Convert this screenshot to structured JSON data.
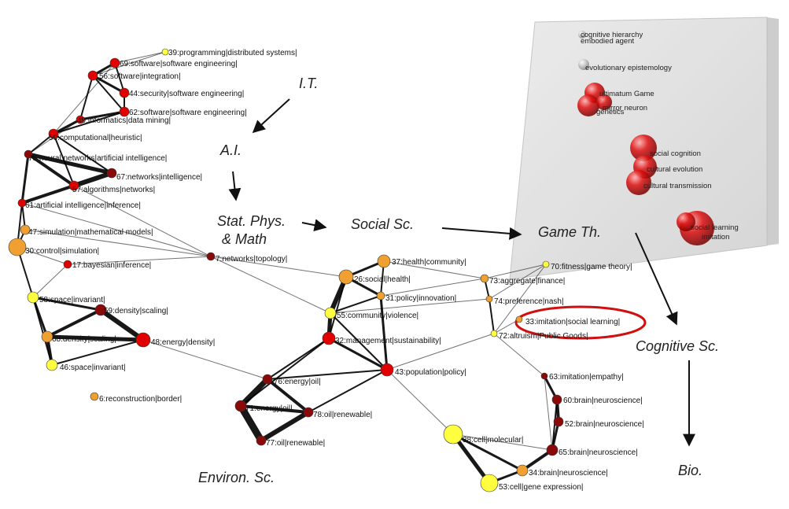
{
  "colors": {
    "node_red": "#e00000",
    "node_darkred": "#8a0a0a",
    "node_orange": "#f0a030",
    "node_yellow": "#ffff40",
    "edge": "#000000",
    "highlight": "#d01010",
    "panel": "#dcdcdc"
  },
  "fields": [
    {
      "id": "it",
      "label": "I.T."
    },
    {
      "id": "ai",
      "label": "A.I."
    },
    {
      "id": "stat1",
      "label": "Stat. Phys."
    },
    {
      "id": "stat2",
      "label": "& Math"
    },
    {
      "id": "social",
      "label": "Social Sc."
    },
    {
      "id": "game",
      "label": "Game Th."
    },
    {
      "id": "cog",
      "label": "Cognitive Sc."
    },
    {
      "id": "bio",
      "label": "Bio."
    },
    {
      "id": "env",
      "label": "Environ. Sc."
    }
  ],
  "panel_labels": [
    {
      "id": "p1",
      "label": "cognitive hierarchy"
    },
    {
      "id": "p2",
      "label": "embodied agent"
    },
    {
      "id": "p3",
      "label": "evolutionary epistemology"
    },
    {
      "id": "p4",
      "label": "ultimatum Game"
    },
    {
      "id": "p5",
      "label": "mirror neuron"
    },
    {
      "id": "p6",
      "label": "genetics"
    },
    {
      "id": "p7",
      "label": "social cognition"
    },
    {
      "id": "p8",
      "label": "cultural evolution"
    },
    {
      "id": "p9",
      "label": "cultural transmission"
    },
    {
      "id": "p10",
      "label": "social learning"
    },
    {
      "id": "p11",
      "label": "imitation"
    }
  ],
  "nodes": [
    {
      "id": "39",
      "label": "39:programming|distributed systems|",
      "color": "yellow"
    },
    {
      "id": "69",
      "label": "69:software|software engineering|",
      "color": "red"
    },
    {
      "id": "56",
      "label": "56:software|integration|",
      "color": "red"
    },
    {
      "id": "44",
      "label": "44:security|software engineering|",
      "color": "red"
    },
    {
      "id": "62",
      "label": "62:software|software engineering|",
      "color": "red"
    },
    {
      "id": "49",
      "label": "49:informatics|data mining|",
      "color": "red"
    },
    {
      "id": "50",
      "label": "50:computational|heuristic|",
      "color": "red"
    },
    {
      "id": "75",
      "label": "75:neural networks|artificial intelligence|",
      "color": "darkred"
    },
    {
      "id": "67",
      "label": "67:networks|intelligence|",
      "color": "darkred"
    },
    {
      "id": "57",
      "label": "57:algorithms|networks|",
      "color": "red"
    },
    {
      "id": "61",
      "label": "61:artificial intelligence|inference|",
      "color": "red"
    },
    {
      "id": "47",
      "label": "47:simulation|mathematical models|",
      "color": "orange"
    },
    {
      "id": "30",
      "label": "30:control|simulation|",
      "color": "orange"
    },
    {
      "id": "17",
      "label": "17:bayesian|inference|",
      "color": "red"
    },
    {
      "id": "7",
      "label": "7:networks|topology|",
      "color": "darkred"
    },
    {
      "id": "58",
      "label": "58:space|invariant|",
      "color": "yellow"
    },
    {
      "id": "59",
      "label": "59:density|scaling|",
      "color": "darkred"
    },
    {
      "id": "68",
      "label": "68:density|scaling|",
      "color": "orange"
    },
    {
      "id": "48",
      "label": "48:energy|density|",
      "color": "red"
    },
    {
      "id": "46",
      "label": "46:space|invariant|",
      "color": "yellow"
    },
    {
      "id": "6",
      "label": "6:reconstruction|border|",
      "color": "orange"
    },
    {
      "id": "37",
      "label": "37:health|community|",
      "color": "orange"
    },
    {
      "id": "26",
      "label": "26:social|health|",
      "color": "orange"
    },
    {
      "id": "31",
      "label": "31:policy|innovation|",
      "color": "orange"
    },
    {
      "id": "55",
      "label": "55:community|violence|",
      "color": "yellow"
    },
    {
      "id": "32",
      "label": "32:management|sustainability|",
      "color": "red"
    },
    {
      "id": "43",
      "label": "43:population|policy|",
      "color": "red"
    },
    {
      "id": "70",
      "label": "70:fitness|game theory|",
      "color": "yellow"
    },
    {
      "id": "73",
      "label": "73:aggregate|finance|",
      "color": "orange"
    },
    {
      "id": "74",
      "label": "74:preference|nash|",
      "color": "orange"
    },
    {
      "id": "33",
      "label": "33:imitation|social learning|",
      "color": "orange"
    },
    {
      "id": "72",
      "label": "72:altruism|Public Goods|",
      "color": "yellow"
    },
    {
      "id": "76",
      "label": "76:energy|oil|",
      "color": "darkred"
    },
    {
      "id": "71",
      "label": "71:energy|oil|",
      "color": "darkred"
    },
    {
      "id": "78",
      "label": "78:oil|renewable|",
      "color": "darkred"
    },
    {
      "id": "77",
      "label": "77:oil|renewable|",
      "color": "darkred"
    },
    {
      "id": "63",
      "label": "63:imitation|empathy|",
      "color": "darkred"
    },
    {
      "id": "60",
      "label": "60:brain|neuroscience|",
      "color": "darkred"
    },
    {
      "id": "52",
      "label": "52:brain|neuroscience|",
      "color": "darkred"
    },
    {
      "id": "38",
      "label": "38:cell|molecular|",
      "color": "yellow"
    },
    {
      "id": "65",
      "label": "65:brain|neuroscience|",
      "color": "darkred"
    },
    {
      "id": "34",
      "label": "34:brain|neuroscience|",
      "color": "orange"
    },
    {
      "id": "53",
      "label": "53:cell|gene expression|",
      "color": "yellow"
    }
  ]
}
